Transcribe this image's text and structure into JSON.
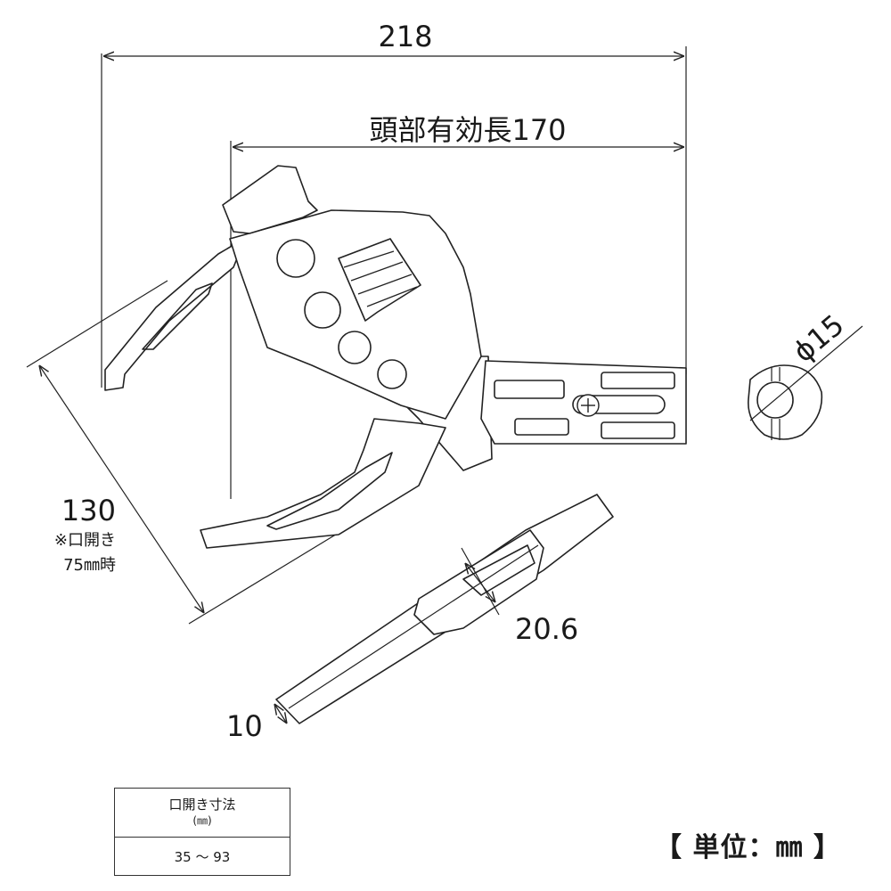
{
  "dimensions": {
    "overall_length": "218",
    "head_length": "頭部有効長170",
    "jaw_height": "130",
    "jaw_note_1": "※口開き",
    "jaw_note_2": "75㎜時",
    "pin_diameter": "ϕ15",
    "thickness_head": "20.6",
    "thickness_handle": "10"
  },
  "spec_table": {
    "header": "口開き寸法",
    "header_unit": "(㎜)",
    "value": "35 ～ 93"
  },
  "unit_note": "【 単位：㎜ 】"
}
